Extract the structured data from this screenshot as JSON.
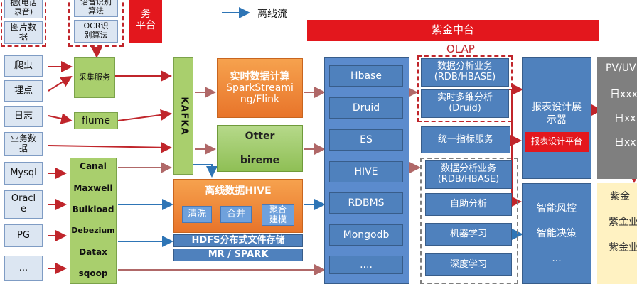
{
  "legend": {
    "label": "离线流",
    "color": "#2e75b6"
  },
  "banner": {
    "label": "紫金中台",
    "color": "#e3171d"
  },
  "top_red_box": {
    "label_line1": "务",
    "label_line2": "平台"
  },
  "algorithms": {
    "speech_line1": "语音识别",
    "speech_line2": "算法",
    "ocr_line1": "OCR识",
    "ocr_line2": "别算法"
  },
  "sources": {
    "phone_line1": "据(电话",
    "phone_line2": "录音)",
    "image_line1": "图片数",
    "image_line2": "据",
    "crawler": "爬虫",
    "tracking": "埋点",
    "logs": "日志",
    "business_line1": "业务数",
    "business_line2": "据",
    "mysql": "Mysql",
    "oracle_line1": "Oracl",
    "oracle_line2": "e",
    "pg": "PG",
    "more": "..."
  },
  "collect": {
    "collector": "采集服务",
    "flume": "flume",
    "kafka": "KAFKA",
    "sync_tools": [
      "Canal",
      "Maxwell",
      "Bulkload",
      "Debezium",
      "Datax",
      "sqoop"
    ]
  },
  "compute": {
    "realtime_title": "实时数据计算",
    "realtime_line2": "SparkStreami",
    "realtime_line3": "ng/Flink",
    "otter": "Otter",
    "bireme": "bireme",
    "offline_title": "离线数据HIVE",
    "steps": [
      "清洗",
      "合并",
      "聚合",
      "建模"
    ],
    "hdfs": "HDFS分布式文件存储",
    "mr": "MR / SPARK"
  },
  "storage": [
    "Hbase",
    "Druid",
    "ES",
    "HIVE",
    "RDBMS",
    "Mongodb",
    "...."
  ],
  "olap": {
    "title": "OLAP",
    "analysis_line1": "数据分析业务",
    "analysis_line2": "(RDB/HBASE)",
    "realtime_line1": "实时多维分析",
    "realtime_line2": "(Druid)"
  },
  "services": {
    "metrics": "统一指标服务",
    "analysis_line1": "数据分析业务",
    "analysis_line2": "(RDB/HBASE)",
    "self_service": "自助分析",
    "ml": "机器学习",
    "dl": "深度学习"
  },
  "apps": {
    "report_line1": "报表设计展",
    "report_line2": "示器",
    "report_platform": "报表设计平台",
    "risk": "智能风控",
    "decision": "智能决策",
    "more": "..."
  },
  "right_column": {
    "pvuv": "PV/UV",
    "day1": "日xxx",
    "day2": "日xx",
    "day3": "日xx",
    "zijin1": "紫金",
    "zijin2": "紫金业",
    "zijin3": "紫金业"
  }
}
